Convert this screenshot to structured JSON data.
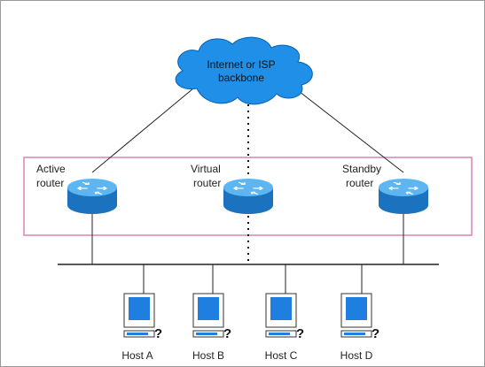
{
  "diagram": {
    "cloud": {
      "line1": "Internet or ISP",
      "line2": "backbone"
    },
    "routers": {
      "active": {
        "line1": "Active",
        "line2": "router"
      },
      "virtual": {
        "line1": "Virtual",
        "line2": "router"
      },
      "standby": {
        "line1": "Standby",
        "line2": "router"
      }
    },
    "hosts": [
      "Host A",
      "Host B",
      "Host C",
      "Host D"
    ],
    "host_symbol": "?"
  },
  "colors": {
    "cloud_fill": "#1f8fe8",
    "router_fill": "#2b8fd6",
    "router_top": "#5db6f2",
    "group_box": "#d983b5",
    "monitor": "#1e7fe0",
    "lines": "#222222"
  }
}
